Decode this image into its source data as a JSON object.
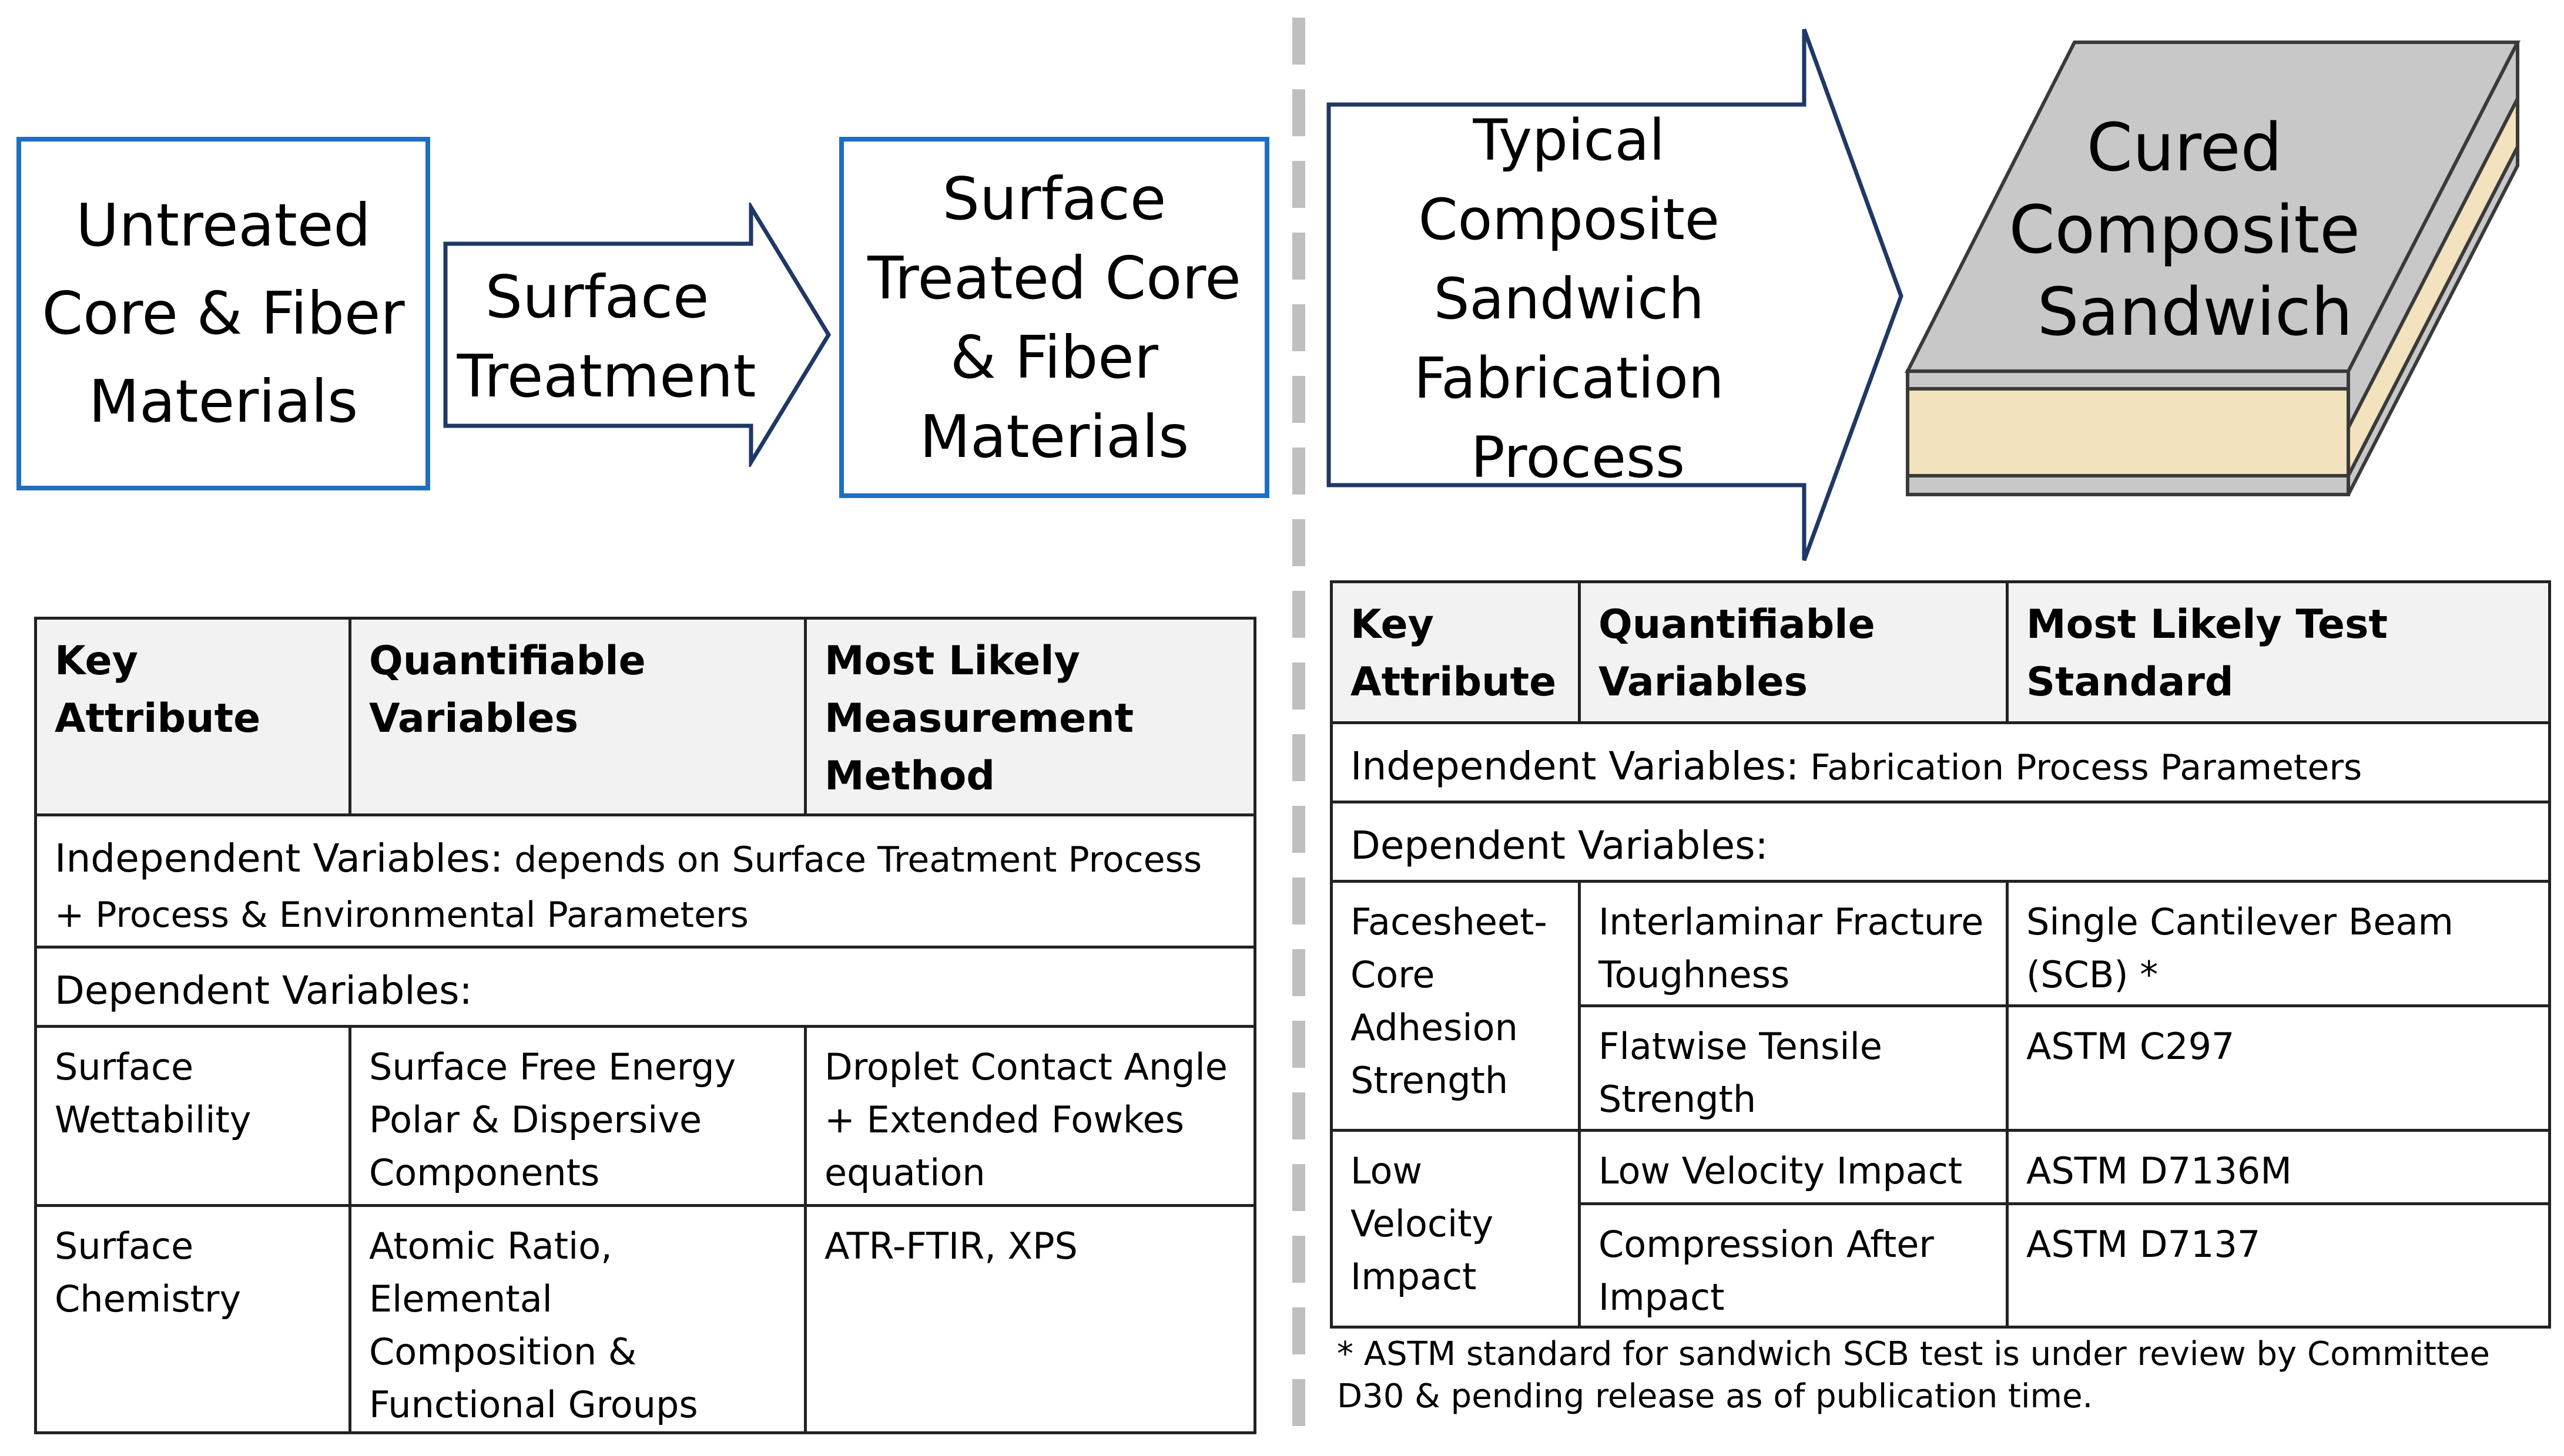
{
  "left": {
    "box1": "Untreated\nCore & Fiber\nMaterials",
    "arrow": "Surface\nTreatment",
    "box2": "Surface\nTreated Core\n& Fiber\nMaterials",
    "table": {
      "headers": [
        "Key Attribute",
        "Quantifiable Variables",
        "Most Likely Measurement Method"
      ],
      "independent_label": "Independent Variables:",
      "independent_text": " depends on Surface Treatment Process + Process & Environmental Parameters",
      "dependent_label": "Dependent Variables:",
      "rows": [
        [
          "Surface Wettability",
          "Surface Free Energy Polar & Dispersive Components",
          "Droplet Contact Angle + Extended Fowkes equation"
        ],
        [
          "Surface Chemistry",
          "Atomic Ratio, Elemental Composition & Functional Groups",
          "ATR-FTIR, XPS"
        ]
      ]
    }
  },
  "right": {
    "arrow": "Typical\nComposite\nSandwich\nFabrication\nProcess",
    "panel": "Cured\nComposite\nSandwich",
    "table": {
      "headers": [
        "Key Attribute",
        "Quantifiable Variables",
        "Most Likely Test Standard"
      ],
      "independent_label": "Independent Variables:",
      "independent_text": " Fabrication Process Parameters",
      "dependent_label": "Dependent Variables:",
      "group1_attr": "Facesheet-Core Adhesion Strength",
      "group1_rows": [
        [
          "Interlaminar Fracture Toughness",
          "Single Cantilever Beam (SCB) *"
        ],
        [
          "Flatwise Tensile Strength",
          "ASTM C297"
        ]
      ],
      "group2_attr": "Low Velocity Impact",
      "group2_rows": [
        [
          "Low Velocity Impact",
          "ASTM D7136M"
        ],
        [
          "Compression After Impact",
          "ASTM D7137"
        ]
      ]
    },
    "footnote": "* ASTM standard for sandwich SCB test is under review by Committee D30 & pending release as of publication time."
  },
  "colors": {
    "box_border": "#1f6fc0",
    "arrow_border": "#1f3864",
    "panel_top": "#c8c8c8",
    "panel_core": "#f2e2bd",
    "divider": "#bfbfbf"
  }
}
